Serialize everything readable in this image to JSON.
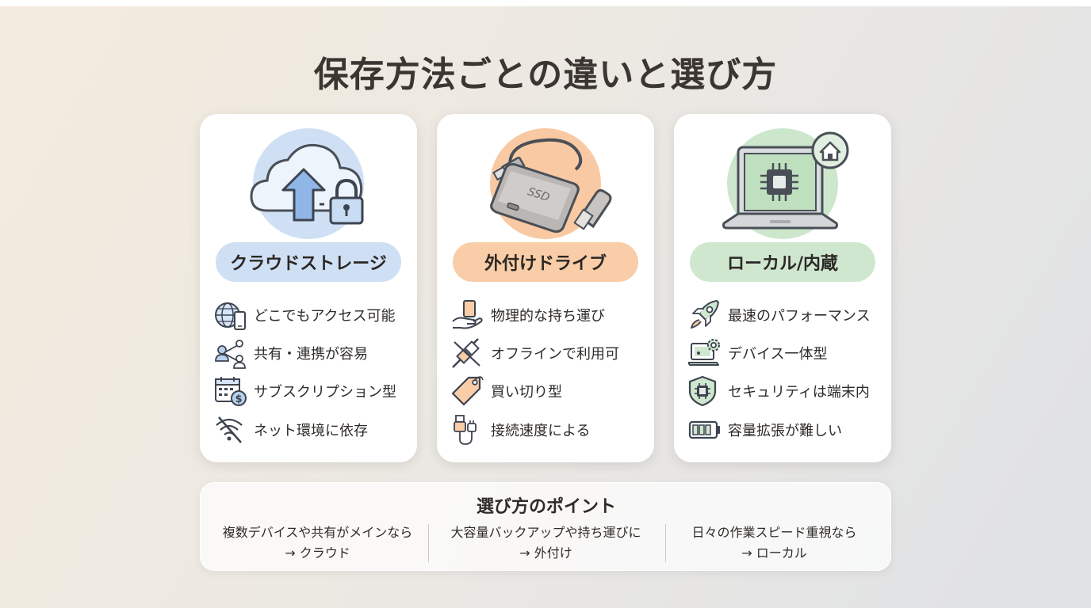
{
  "title": "保存方法ごとの違いと選び方",
  "cards": [
    {
      "label": "クラウドストレージ",
      "illustration": "cloud-upload-lock-icon",
      "accent": "#cfdff4",
      "features": [
        {
          "icon": "globe-phone-icon",
          "text": "どこでもアクセス可能"
        },
        {
          "icon": "share-users-icon",
          "text": "共有・連携が容易"
        },
        {
          "icon": "calendar-dollar-icon",
          "text": "サブスクリプション型"
        },
        {
          "icon": "wifi-off-icon",
          "text": "ネット環境に依存"
        }
      ]
    },
    {
      "label": "外付けドライブ",
      "illustration": "external-ssd-icon",
      "illustration_text": "SSD",
      "accent": "#f8cda7",
      "features": [
        {
          "icon": "hand-carry-icon",
          "text": "物理的な持ち運び"
        },
        {
          "icon": "unplugged-icon",
          "text": "オフラインで利用可"
        },
        {
          "icon": "price-tag-icon",
          "text": "買い切り型"
        },
        {
          "icon": "usb-cable-icon",
          "text": "接続速度による"
        }
      ]
    },
    {
      "label": "ローカル/内蔵",
      "illustration": "laptop-chip-home-icon",
      "accent": "#cfe7cf",
      "features": [
        {
          "icon": "rocket-icon",
          "text": "最速のパフォーマンス"
        },
        {
          "icon": "laptop-gear-icon",
          "text": "デバイス一体型"
        },
        {
          "icon": "shield-chip-icon",
          "text": "セキュリティは端末内"
        },
        {
          "icon": "battery-icon",
          "text": "容量拡張が難しい"
        }
      ]
    }
  ],
  "points": {
    "title": "選び方のポイント",
    "items": [
      {
        "line1": "複数デバイスや共有がメインなら",
        "line2": "→ クラウド"
      },
      {
        "line1": "大容量バックアップや持ち運びに",
        "line2": "→ 外付け"
      },
      {
        "line1": "日々の作業スピード重視なら",
        "line2": "→ ローカル"
      }
    ]
  },
  "colors": {
    "cloud": "#cfdff4",
    "drive": "#f8cda7",
    "local": "#cfe7cf",
    "title": "#3b3632"
  }
}
